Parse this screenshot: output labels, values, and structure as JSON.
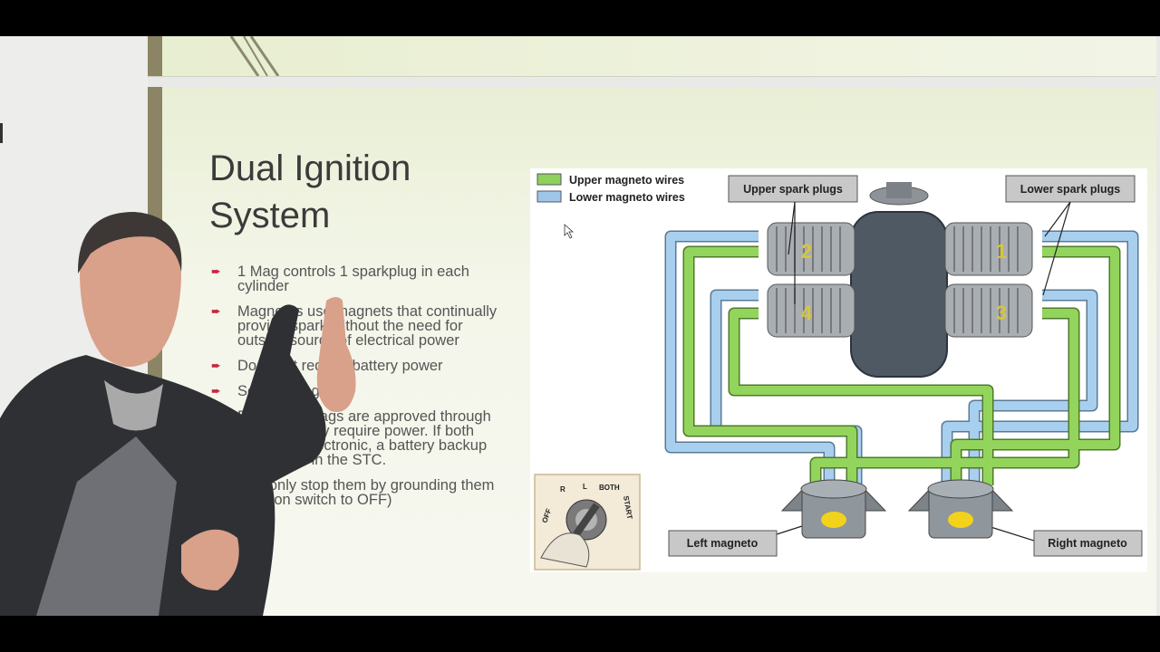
{
  "slide": {
    "title": "Dual Ignition System",
    "bullets": [
      "1 Mag controls 1 sparkplug in each cylinder",
      "Magnetos use magnets that continually provide spark without the need for outside source of electrical power",
      "Does not require battery power",
      "Self Exciting",
      "Electronic mags are approved through an STC. They require power. If both mags are electronic, a battery backup is required in the STC.",
      "Can only stop them by grounding them (Ignition switch to OFF)"
    ]
  },
  "diagram": {
    "legend": [
      {
        "label": "Upper magneto wires",
        "color": "#8fd15a"
      },
      {
        "label": "Lower magneto wires",
        "color": "#9fc6e8"
      }
    ],
    "labels": {
      "upper_plugs": "Upper spark plugs",
      "lower_plugs": "Lower spark plugs",
      "left_magneto": "Left magneto",
      "right_magneto": "Right magneto"
    },
    "cylinders": [
      "2",
      "1",
      "4",
      "3"
    ],
    "switch": {
      "positions": [
        "OFF",
        "R",
        "L",
        "BOTH",
        "START"
      ]
    }
  }
}
